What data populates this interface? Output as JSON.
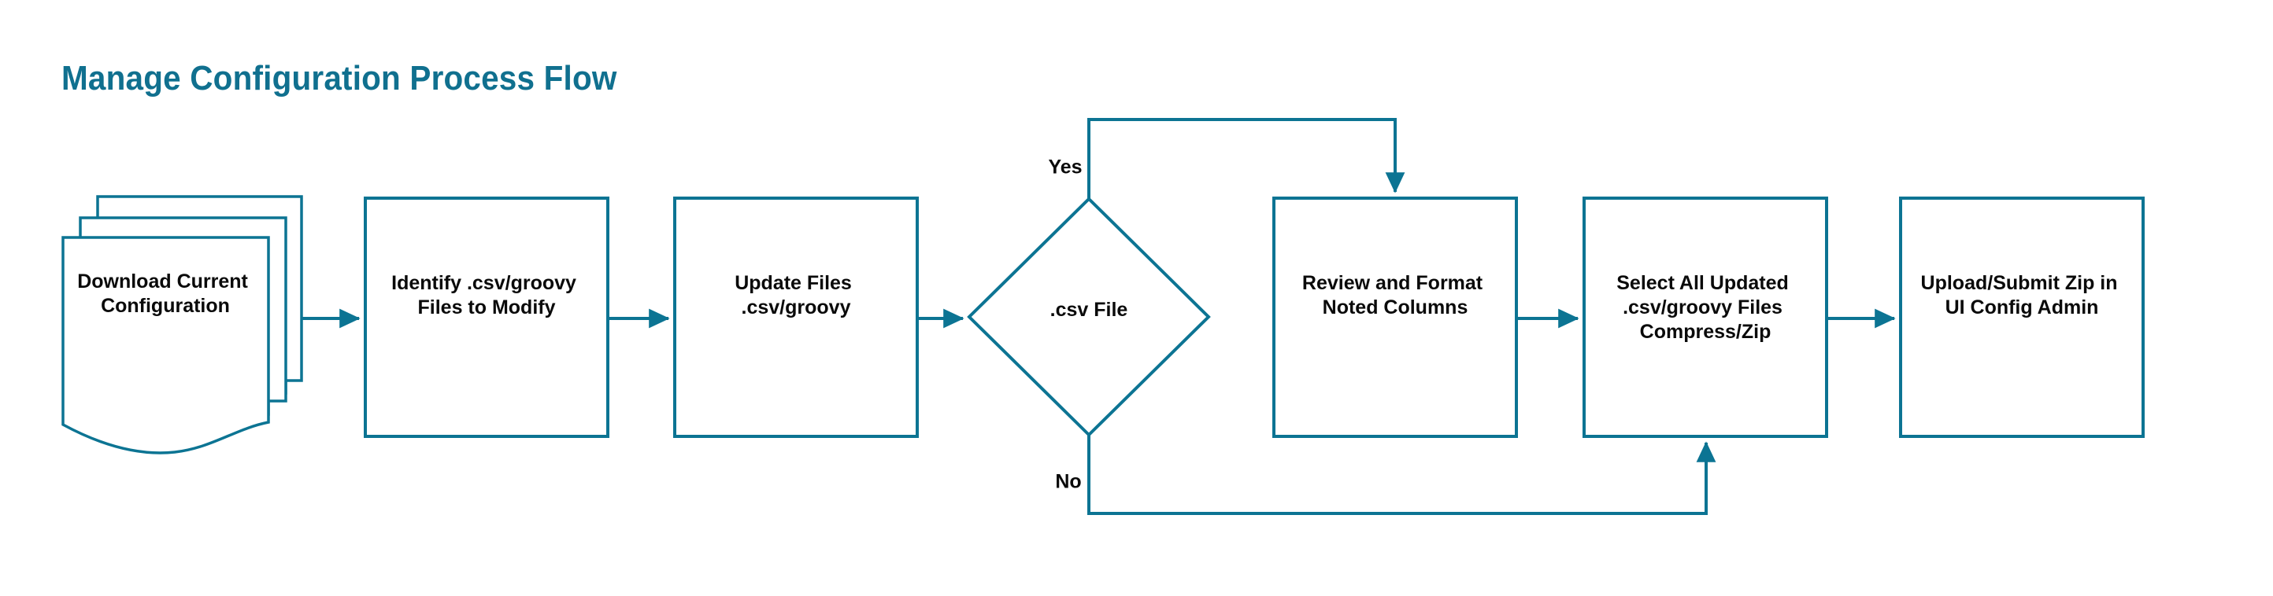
{
  "page": {
    "title": "Manage Configuration Process Flow",
    "background_color": "#ffffff",
    "accent_color": "#0c7493",
    "title_color": "#10708f",
    "text_color": "#0a0a0a"
  },
  "diagram": {
    "type": "flowchart",
    "orientation": "left-to-right",
    "nodes": [
      {
        "id": "download-current-configuration",
        "shape": "multi-document",
        "lines": [
          "Download Current",
          "Configuration"
        ]
      },
      {
        "id": "identify-files-to-modify",
        "shape": "process",
        "lines": [
          "Identify .csv/groovy",
          "Files to Modify"
        ]
      },
      {
        "id": "update-files",
        "shape": "process",
        "lines": [
          "Update Files",
          ".csv/groovy"
        ]
      },
      {
        "id": "csv-file-decision",
        "shape": "decision",
        "lines": [
          ".csv File"
        ]
      },
      {
        "id": "review-and-format",
        "shape": "process",
        "lines": [
          "Review and Format",
          "Noted Columns"
        ]
      },
      {
        "id": "select-all-updated",
        "shape": "process",
        "lines": [
          "Select All Updated",
          ".csv/groovy Files",
          "Compress/Zip"
        ]
      },
      {
        "id": "upload-submit-zip",
        "shape": "process",
        "lines": [
          "Upload/Submit Zip in",
          "UI Config Admin"
        ]
      }
    ],
    "edge_labels": {
      "yes": "Yes",
      "no": "No"
    },
    "edges": [
      {
        "from": "download-current-configuration",
        "to": "identify-files-to-modify",
        "label": ""
      },
      {
        "from": "identify-files-to-modify",
        "to": "update-files",
        "label": ""
      },
      {
        "from": "update-files",
        "to": "csv-file-decision",
        "label": ""
      },
      {
        "from": "csv-file-decision",
        "to": "review-and-format",
        "label": "Yes"
      },
      {
        "from": "csv-file-decision",
        "to": "select-all-updated",
        "label": "No"
      },
      {
        "from": "review-and-format",
        "to": "select-all-updated",
        "label": ""
      },
      {
        "from": "select-all-updated",
        "to": "upload-submit-zip",
        "label": ""
      }
    ]
  }
}
